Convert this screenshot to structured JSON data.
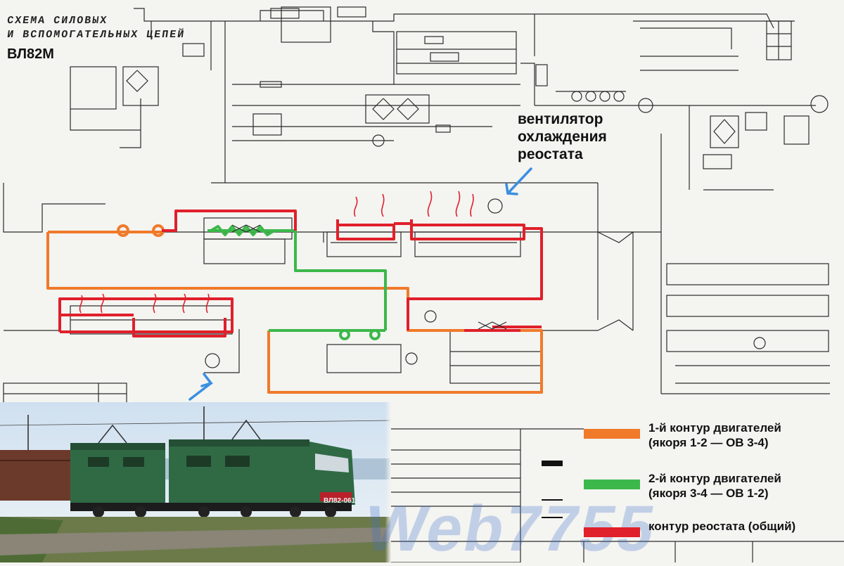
{
  "title": {
    "line1": "СХЕМА СИЛОВЫХ",
    "line2": "И ВСПОМОГАТЕЛЬНЫХ ЦЕПЕЙ",
    "locomotive": "ВЛ82М"
  },
  "annotation": {
    "line1": "вентилятор",
    "line2": "охлаждения",
    "line3": "реостата"
  },
  "legend": [
    {
      "label_line1": "1-й контур двигателей",
      "label_line2": "(якоря 1-2 — ОВ 3-4)",
      "color": "#f07a2a"
    },
    {
      "label_line1": "2-й контур двигателей",
      "label_line2": "(якоря 3-4 — ОВ 1-2)",
      "color": "#3cb84a"
    },
    {
      "label_line1": "контур реостата (общий)",
      "label_line2": "",
      "color": "#e0202a"
    }
  ],
  "photo": {
    "plate": "ВЛ82-061"
  },
  "watermark": "Web7755",
  "colors": {
    "schematic": "#2b2b2b",
    "arrow": "#3a8fe0",
    "background": "#f4f4f1"
  }
}
